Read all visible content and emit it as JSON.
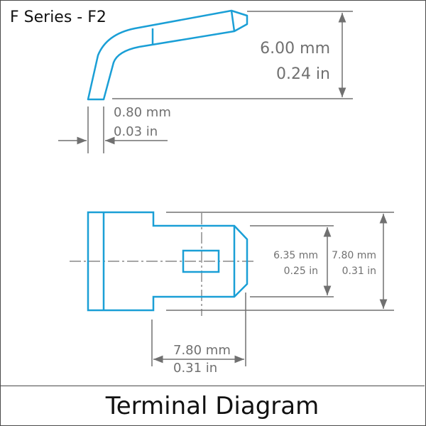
{
  "title": "F Series - F2",
  "footer": "Terminal Diagram",
  "colors": {
    "terminal": "#1a9fd6",
    "dimension": "#707070",
    "border": "#4a4a4a"
  },
  "top_view": {
    "height": {
      "mm": "6.00 mm",
      "in": "0.24 in"
    },
    "thickness": {
      "mm": "0.80 mm",
      "in": "0.03 in"
    }
  },
  "front_view": {
    "inner_height": {
      "mm": "6.35 mm",
      "in": "0.25 in"
    },
    "outer_height": {
      "mm": "7.80 mm",
      "in": "0.31 in"
    },
    "width": {
      "mm": "7.80 mm",
      "in": "0.31 in"
    }
  }
}
